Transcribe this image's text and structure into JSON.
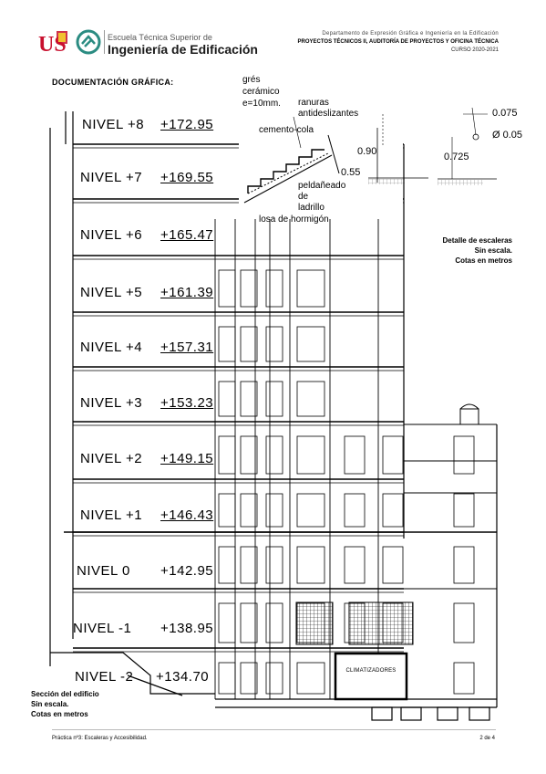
{
  "header": {
    "school_small": "Escuela Técnica Superior de",
    "school_big": "Ingeniería de Edificación",
    "department": "Departamento de Expresión Gráfica e Ingeniería en la Edificación",
    "course": "PROYECTOS TÉCNICOS II, AUDITORÍA DE PROYECTOS Y OFICINA TÉCNICA",
    "year": "CURSO 2020-2021",
    "logo_letters": "US",
    "colors": {
      "university_red": "#c8102e",
      "eti_teal": "#2b8c82"
    }
  },
  "title": "DOCUMENTACIÓN GRÁFICA:",
  "stair_detail": {
    "labels": {
      "gres": "grés",
      "ceramico": "cerámico",
      "espesor": "e=10mm.",
      "ranuras": "ranuras",
      "antideslizantes": "antideslizantes",
      "cemento": "cemento-cola",
      "peldanado": "peldañeado",
      "de": "de",
      "ladrillo": "ladrillo",
      "losa": "losa de hormigón"
    },
    "dims": {
      "d090": "0.90",
      "d055": "0.55",
      "d0725": "0.725",
      "d0075": "0.075",
      "d005": "Ø 0.05"
    },
    "caption": [
      "Detalle de escaleras",
      "Sin escala.",
      "Cotas en metros"
    ]
  },
  "levels": [
    {
      "name": "NIVEL +8",
      "elev": "+172.95"
    },
    {
      "name": "NIVEL +7",
      "elev": "+169.55"
    },
    {
      "name": "NIVEL +6",
      "elev": "+165.47"
    },
    {
      "name": "NIVEL +5",
      "elev": "+161.39"
    },
    {
      "name": "NIVEL +4",
      "elev": "+157.31"
    },
    {
      "name": "NIVEL +3",
      "elev": "+153.23"
    },
    {
      "name": "NIVEL +2",
      "elev": "+149.15"
    },
    {
      "name": "NIVEL +1",
      "elev": "+146.43"
    },
    {
      "name": "NIVEL  0",
      "elev": "+142.95"
    },
    {
      "name": "NIVEL -1",
      "elev": "+138.95"
    },
    {
      "name": "NIVEL -2",
      "elev": "+134.70"
    }
  ],
  "elevator_label": "CLIMATIZADORES",
  "section_caption": [
    "Sección del edificio",
    "Sin escala.",
    "Cotas en metros"
  ],
  "footer": {
    "left": "Práctica nº3: Escaleras y Accesibilidad.",
    "right": "2 de 4"
  }
}
